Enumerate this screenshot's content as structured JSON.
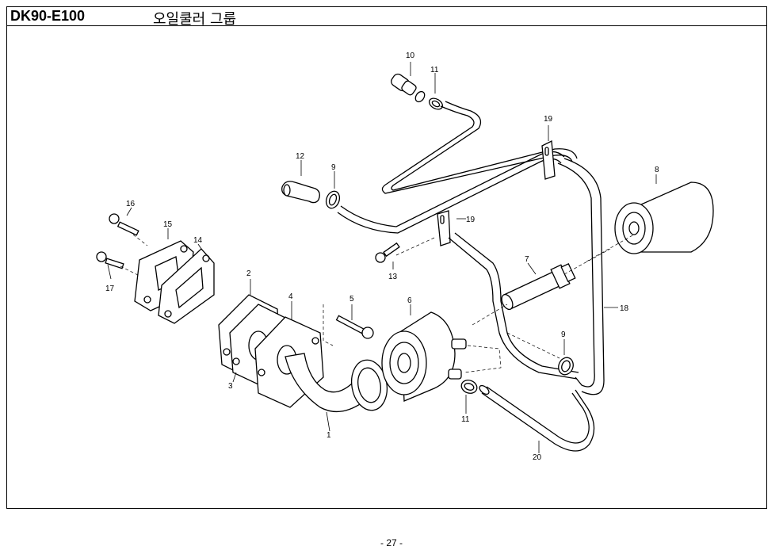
{
  "header": {
    "model_code": "DK90-E100",
    "group_title": "오일쿨러 그룹"
  },
  "footer": {
    "page_number": "- 27 -"
  },
  "callouts": {
    "c1": "1",
    "c2": "2",
    "c3": "3",
    "c4": "4",
    "c5": "5",
    "c6": "6",
    "c7": "7",
    "c8": "8",
    "c9a": "9",
    "c9b": "9",
    "c10": "10",
    "c11a": "11",
    "c11b": "11",
    "c12": "12",
    "c13": "13",
    "c14": "14",
    "c15": "15",
    "c16": "16",
    "c17": "17",
    "c18": "18",
    "c19a": "19",
    "c19b": "19",
    "c20": "20"
  }
}
